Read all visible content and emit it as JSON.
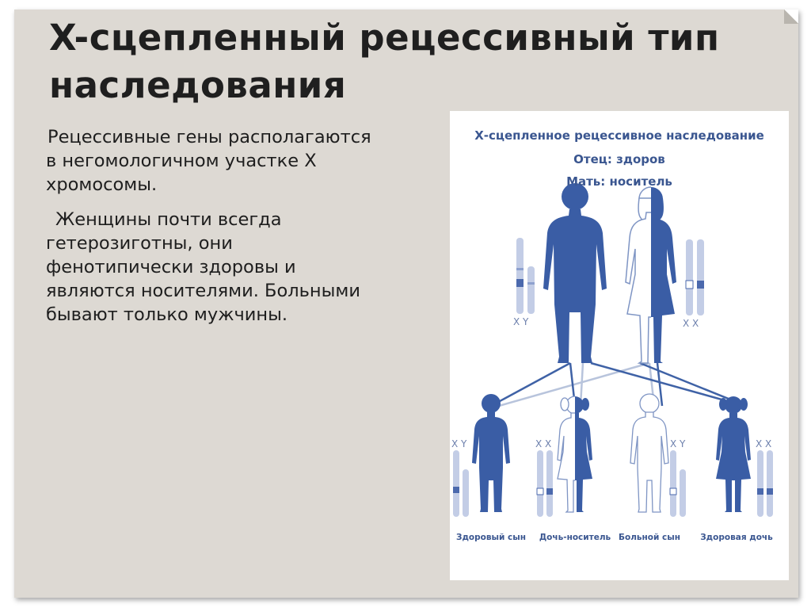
{
  "slide": {
    "title": "X-сцепленный рецессивный тип наследования",
    "paragraphs": [
      "Рецессивные гены располагаются в негомологичном участке X хромосомы.",
      "Женщины почти всегда гетерозиготны, они фенотипически здоровы и являются носителями. Больными бывают только мужчины."
    ]
  },
  "figure": {
    "title": "Х-сцепленное рецессивное наследование",
    "father_status": "Отец: здоров",
    "mother_status": "Мать: носитель",
    "father_chromosomes": "XY",
    "mother_chromosomes": "XX",
    "children": [
      {
        "label": "Здоровый сын",
        "chromosomes": "XY",
        "status": "healthy"
      },
      {
        "label": "Дочь-носитель",
        "chromosomes": "XX",
        "status": "carrier"
      },
      {
        "label": "Больной сын",
        "chromosomes": "XY",
        "status": "affected"
      },
      {
        "label": "Здоровая дочь",
        "chromosomes": "XX",
        "status": "healthy"
      }
    ],
    "colors": {
      "figure_blue": "#3a5da5",
      "outline": "#7f95c4",
      "chromosome_light": "#c3cde6",
      "chromosome_dark": "#4b69ad",
      "line_dark": "#3f62a6",
      "line_light": "#b8c4dc",
      "text_blue": "#3a5690"
    }
  }
}
